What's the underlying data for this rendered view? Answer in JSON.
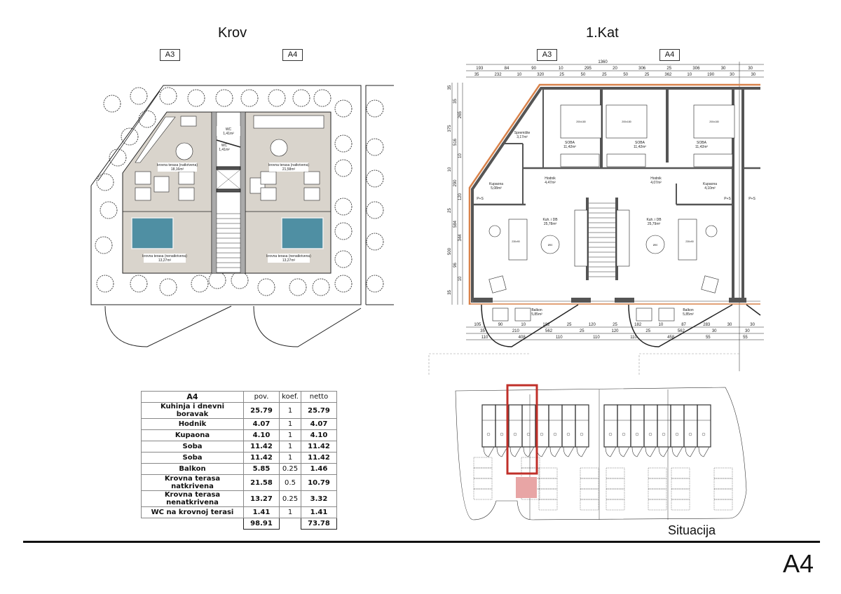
{
  "roof": {
    "title": "Krov",
    "unit_tags": [
      "A3",
      "A4"
    ],
    "rooms": {
      "wc_upper": {
        "name": "WC",
        "area": "1,41m²"
      },
      "wc_lower": {
        "name": "WC",
        "area": "1,41m²"
      },
      "terrace_covered_a3": {
        "name": "krovna terasa (natkrivena)",
        "area": "18,16m²"
      },
      "terrace_covered_a4": {
        "name": "krovna terasa (natkrivena)",
        "area": "21,58m²"
      },
      "terrace_open_a3": {
        "name": "krovna terasa (nenatkrivena)",
        "area": "13,27m²"
      },
      "terrace_open_a4": {
        "name": "krovna terasa (nenatkrivena)",
        "area": "13,27m²"
      }
    },
    "pool_color": "#4f8fa3",
    "terrace_color": "#d9d4cc"
  },
  "floor1": {
    "title": "1.Kat",
    "unit_tags": [
      "A3",
      "A4"
    ],
    "rooms": {
      "spremiste": {
        "name": "Spremište",
        "area": "3,17m²"
      },
      "soba1": {
        "name": "SOBA",
        "area": "11,42m²"
      },
      "soba2": {
        "name": "SOBA",
        "area": "11,42m²"
      },
      "soba3": {
        "name": "SOBA",
        "area": "11,42m²"
      },
      "hodnik1": {
        "name": "Hodnik",
        "area": "4,47m²"
      },
      "hodnik2": {
        "name": "Hodnik",
        "area": "4,07m²"
      },
      "kupaona1": {
        "name": "Kupaona",
        "area": "5,08m²"
      },
      "kupaona2": {
        "name": "Kupaona",
        "area": "4,10m²"
      },
      "kuh1": {
        "name": "Kuh. i DB",
        "area": "25,78m²"
      },
      "kuh2": {
        "name": "Kuh. i DB",
        "area": "25,79m²"
      },
      "balkon1": {
        "name": "Balkon",
        "area": "5,85m²"
      },
      "balkon2": {
        "name": "Balkon",
        "area": "5,85m²"
      },
      "ps": "P+S",
      "bed": "200x180",
      "sofa": "230x90",
      "table": "Ø90"
    },
    "dims_top": {
      "total": "1360",
      "row2": [
        "193",
        "84",
        "90",
        "10",
        "295",
        "20",
        "306",
        "25",
        "306",
        "30",
        "30"
      ],
      "row3": [
        "35",
        "232",
        "10",
        "320",
        "25",
        "50",
        "25",
        "50",
        "25",
        "362",
        "10",
        "190",
        "30",
        "30"
      ]
    },
    "dims_left": [
      "35",
      "35",
      "265",
      "375",
      "516",
      "10",
      "10",
      "290",
      "120",
      "25",
      "584",
      "344",
      "500",
      "96",
      "10",
      "35"
    ],
    "dims_bottom": {
      "row1": [
        "105",
        "90",
        "10",
        "182",
        "25",
        "120",
        "25",
        "182",
        "10",
        "87",
        "283",
        "30",
        "30"
      ],
      "row2": [
        "35",
        "210",
        "562",
        "25",
        "120",
        "25",
        "562",
        "30",
        "30"
      ],
      "row3": [
        "110",
        "408",
        "110",
        "110",
        "110",
        "458",
        "55",
        "55"
      ]
    },
    "wall_accent": "#d9824a"
  },
  "area_table": {
    "headers": [
      "A4",
      "pov.",
      "koef.",
      "netto"
    ],
    "rows": [
      [
        "Kuhinja i dnevni boravak",
        "25.79",
        "1",
        "25.79"
      ],
      [
        "Hodnik",
        "4.07",
        "1",
        "4.07"
      ],
      [
        "Kupaona",
        "4.10",
        "1",
        "4.10"
      ],
      [
        "Soba",
        "11.42",
        "1",
        "11.42"
      ],
      [
        "Soba",
        "11.42",
        "1",
        "11.42"
      ],
      [
        "Balkon",
        "5.85",
        "0.25",
        "1.46"
      ],
      [
        "Krovna terasa natkrivena",
        "21.58",
        "0.5",
        "10.79"
      ],
      [
        "Krovna terasa nenatkrivena",
        "13.27",
        "0.25",
        "3.32"
      ],
      [
        "WC na krovnoj terasi",
        "1.41",
        "1",
        "1.41"
      ]
    ],
    "total_pov": "98.91",
    "total_netto": "73.78"
  },
  "site": {
    "title": "Situacija",
    "highlight_color": "#c0302a",
    "parking_highlight": "#e8a5a5"
  },
  "sheet_label": "A4"
}
